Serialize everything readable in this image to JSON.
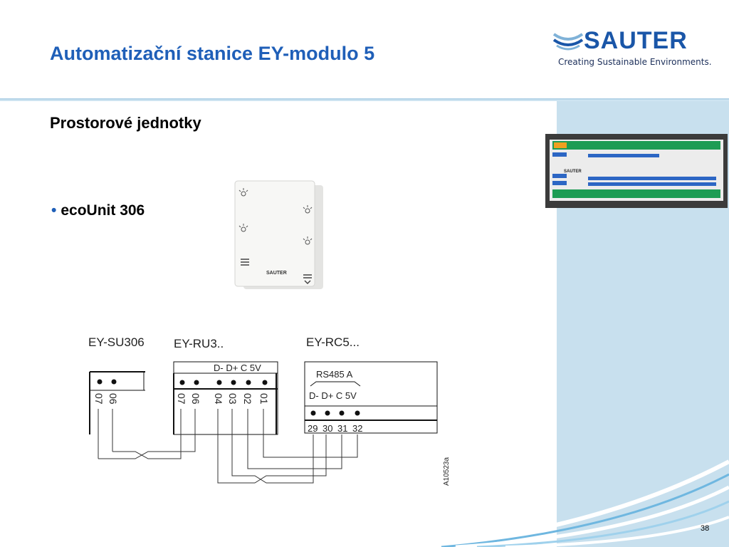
{
  "slide": {
    "title": "Automatizační stanice EY-modulo 5",
    "subtitle": "Prostorové jednotky",
    "bullet": "ecoUnit 306",
    "page_number": "38"
  },
  "logo": {
    "brand": "SAUTER",
    "tagline": "Creating Sustainable Environments.",
    "color": "#1a56a8"
  },
  "device": {
    "brand": "SAUTER"
  },
  "module": {
    "brand": "SAUTER"
  },
  "diagram": {
    "units": [
      "EY-SU306",
      "EY-RU3..",
      "EY-RC5..."
    ],
    "ru_header": "D- D+ C 5V",
    "rc_protocol": "RS485 A",
    "rc_header": "D- D+ C 5V",
    "su_terminals": [
      "07",
      "06"
    ],
    "ru_terminals": [
      "07",
      "06",
      "04",
      "03",
      "02",
      "01"
    ],
    "rc_terminals": [
      "29",
      "30",
      "31",
      "32"
    ],
    "figure_id": "A10523a"
  },
  "colors": {
    "title": "#1f5fb8",
    "panel": "#c8e0ee",
    "accent_line": "#a9cde4"
  }
}
